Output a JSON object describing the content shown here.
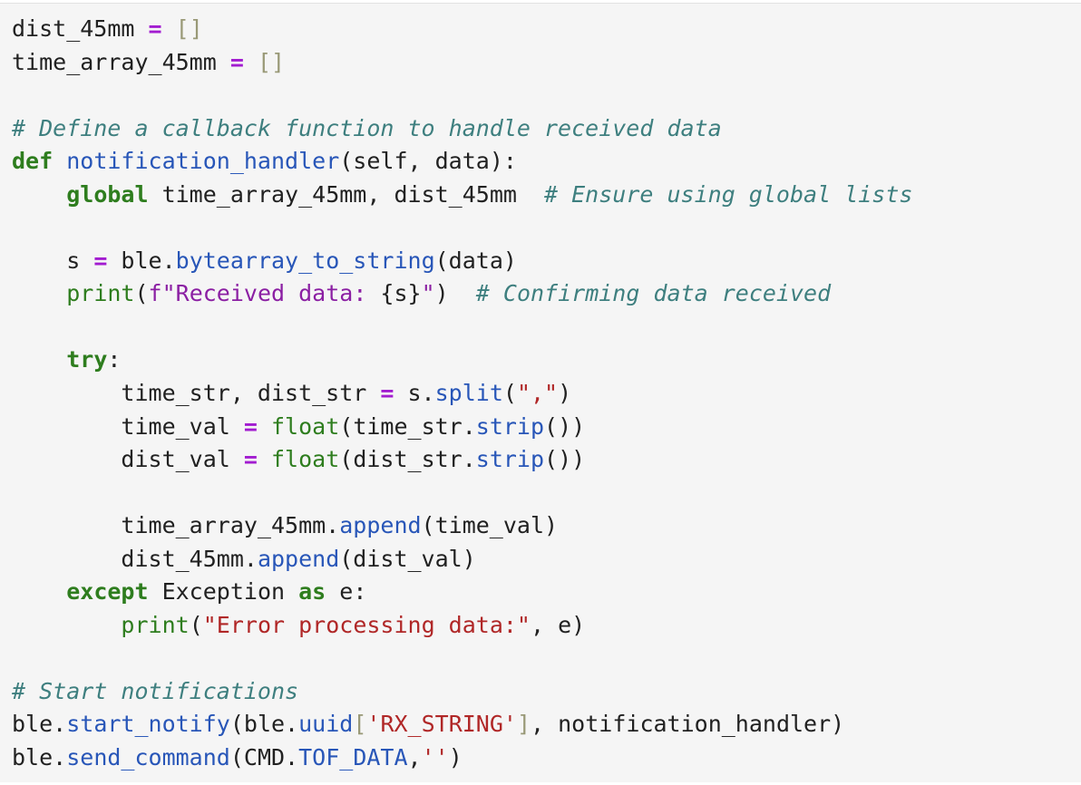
{
  "theme": {
    "keyword": "#2e7d1e",
    "operator": "#a21cd0",
    "function": "#2856b8",
    "string": "#b02727",
    "comment": "#3e7f7f",
    "text": "#212121",
    "background": "#f5f5f5"
  },
  "code": {
    "lines": [
      [
        [
          "txt",
          "dist_45mm "
        ],
        [
          "op",
          "="
        ],
        [
          "txt",
          " "
        ],
        [
          "bracket",
          "[]"
        ]
      ],
      [
        [
          "txt",
          "time_array_45mm "
        ],
        [
          "op",
          "="
        ],
        [
          "txt",
          " "
        ],
        [
          "bracket",
          "[]"
        ]
      ],
      [],
      [
        [
          "cmt",
          "# Define a callback function to handle received data"
        ]
      ],
      [
        [
          "kw",
          "def"
        ],
        [
          "txt",
          " "
        ],
        [
          "fn",
          "notification_handler"
        ],
        [
          "txt",
          "(self, data):"
        ]
      ],
      [
        [
          "txt",
          "    "
        ],
        [
          "kw",
          "global"
        ],
        [
          "txt",
          " time_array_45mm, dist_45mm  "
        ],
        [
          "cmt",
          "# Ensure using global lists"
        ]
      ],
      [],
      [
        [
          "txt",
          "    s "
        ],
        [
          "op",
          "="
        ],
        [
          "txt",
          " ble."
        ],
        [
          "attr",
          "bytearray_to_string"
        ],
        [
          "txt",
          "(data)"
        ]
      ],
      [
        [
          "txt",
          "    "
        ],
        [
          "bi",
          "print"
        ],
        [
          "txt",
          "("
        ],
        [
          "fstr",
          "f\"Received data: "
        ],
        [
          "txt",
          "{s}"
        ],
        [
          "fstr",
          "\""
        ],
        [
          "txt",
          ")  "
        ],
        [
          "cmt",
          "# Confirming data received"
        ]
      ],
      [],
      [
        [
          "txt",
          "    "
        ],
        [
          "kw",
          "try"
        ],
        [
          "txt",
          ":"
        ]
      ],
      [
        [
          "txt",
          "        time_str, dist_str "
        ],
        [
          "op",
          "="
        ],
        [
          "txt",
          " s."
        ],
        [
          "attr",
          "split"
        ],
        [
          "txt",
          "("
        ],
        [
          "str",
          "\",\""
        ],
        [
          "txt",
          ")"
        ]
      ],
      [
        [
          "txt",
          "        time_val "
        ],
        [
          "op",
          "="
        ],
        [
          "txt",
          " "
        ],
        [
          "bi",
          "float"
        ],
        [
          "txt",
          "(time_str."
        ],
        [
          "attr",
          "strip"
        ],
        [
          "txt",
          "())"
        ]
      ],
      [
        [
          "txt",
          "        dist_val "
        ],
        [
          "op",
          "="
        ],
        [
          "txt",
          " "
        ],
        [
          "bi",
          "float"
        ],
        [
          "txt",
          "(dist_str."
        ],
        [
          "attr",
          "strip"
        ],
        [
          "txt",
          "())"
        ]
      ],
      [],
      [
        [
          "txt",
          "        time_array_45mm."
        ],
        [
          "attr",
          "append"
        ],
        [
          "txt",
          "(time_val)"
        ]
      ],
      [
        [
          "txt",
          "        dist_45mm."
        ],
        [
          "attr",
          "append"
        ],
        [
          "txt",
          "(dist_val)"
        ]
      ],
      [
        [
          "txt",
          "    "
        ],
        [
          "kw",
          "except"
        ],
        [
          "txt",
          " Exception "
        ],
        [
          "kw",
          "as"
        ],
        [
          "txt",
          " e:"
        ]
      ],
      [
        [
          "txt",
          "        "
        ],
        [
          "bi",
          "print"
        ],
        [
          "txt",
          "("
        ],
        [
          "str",
          "\"Error processing data:\""
        ],
        [
          "txt",
          ", e)"
        ]
      ],
      [],
      [
        [
          "cmt",
          "# Start notifications"
        ]
      ],
      [
        [
          "txt",
          "ble."
        ],
        [
          "attr",
          "start_notify"
        ],
        [
          "txt",
          "(ble."
        ],
        [
          "attr",
          "uuid"
        ],
        [
          "bracket",
          "["
        ],
        [
          "str",
          "'RX_STRING'"
        ],
        [
          "bracket",
          "]"
        ],
        [
          "txt",
          ", notification_handler)"
        ]
      ],
      [
        [
          "txt",
          "ble."
        ],
        [
          "attr",
          "send_command"
        ],
        [
          "txt",
          "(CMD."
        ],
        [
          "attr",
          "TOF_DATA"
        ],
        [
          "txt",
          ","
        ],
        [
          "str",
          "''"
        ],
        [
          "txt",
          ")"
        ]
      ]
    ]
  }
}
